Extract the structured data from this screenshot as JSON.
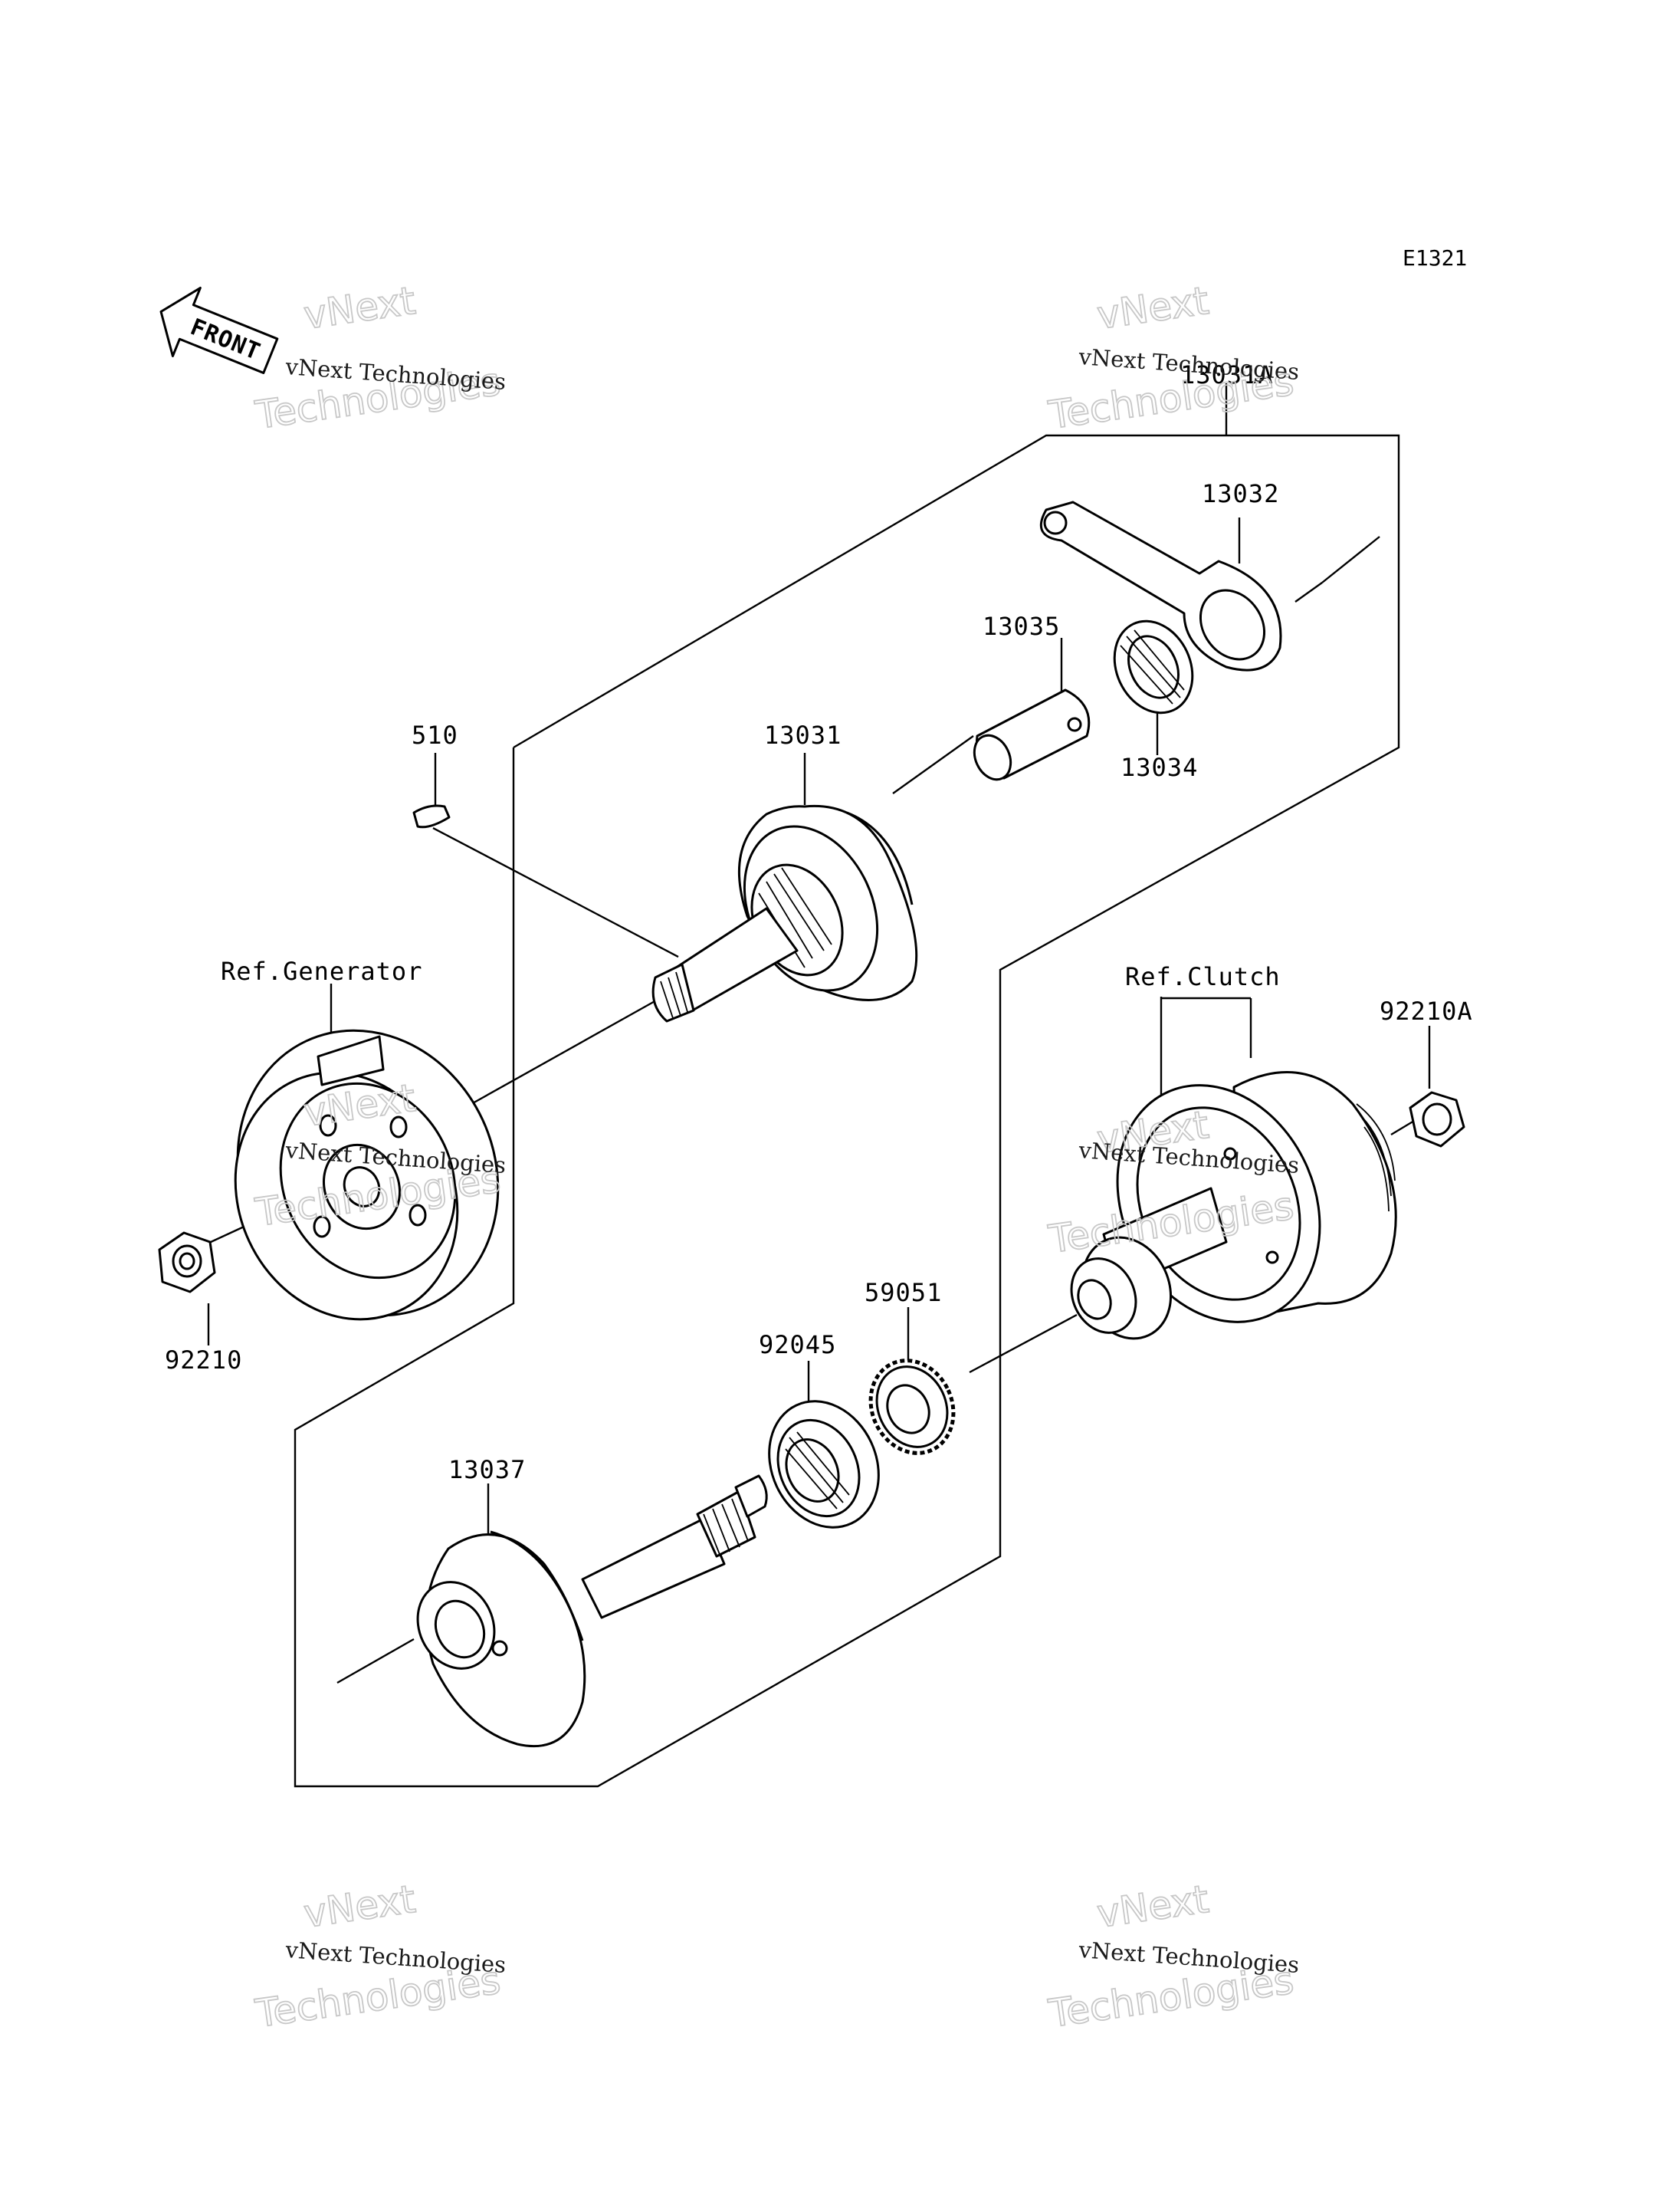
{
  "diagram_code": "E1321",
  "front_arrow_label": "FRONT",
  "watermark": {
    "line1": "vNext",
    "line2": "Technologies",
    "caption": "vNext Technologies"
  },
  "callouts": [
    {
      "id": "13031A",
      "text": "13031A"
    },
    {
      "id": "13032",
      "text": "13032"
    },
    {
      "id": "13035",
      "text": "13035"
    },
    {
      "id": "13034",
      "text": "13034"
    },
    {
      "id": "13031",
      "text": "13031"
    },
    {
      "id": "510",
      "text": "510"
    },
    {
      "id": "ref-generator",
      "text": "Ref.Generator"
    },
    {
      "id": "ref-clutch",
      "text": "Ref.Clutch"
    },
    {
      "id": "92210A",
      "text": "92210A"
    },
    {
      "id": "92210",
      "text": "92210"
    },
    {
      "id": "59051",
      "text": "59051"
    },
    {
      "id": "92045",
      "text": "92045"
    },
    {
      "id": "13037",
      "text": "13037"
    }
  ]
}
